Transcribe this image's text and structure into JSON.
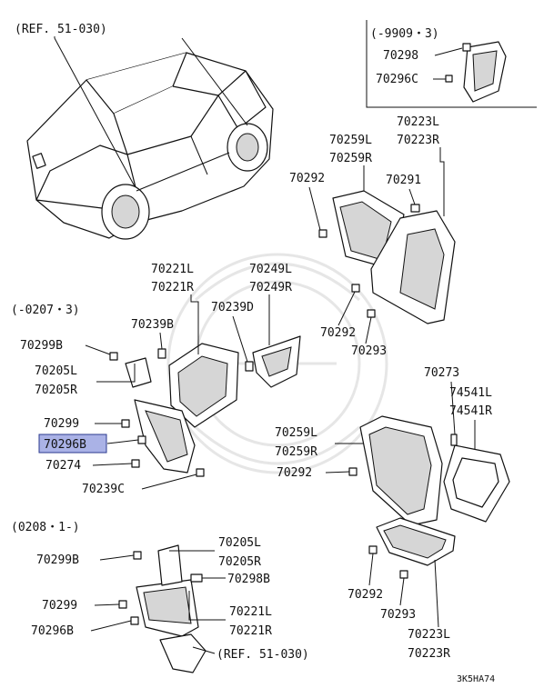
{
  "sections": {
    "top_right_range": "(-9909・3)",
    "middle_left_range": "(-0207・3)",
    "bottom_left_range": "(0208・1-)"
  },
  "references": {
    "top": "(REF. 51-030)",
    "bottom": "(REF. 51-030)"
  },
  "labels": {
    "p70298": "70298",
    "p70296C": "70296C",
    "p70223L_top": "70223L",
    "p70223R_top": "70223R",
    "p70259L_top": "70259L",
    "p70259R_top": "70259R",
    "p70292_a": "70292",
    "p70291": "70291",
    "p70292_b": "70292",
    "p70293_a": "70293",
    "p70221L_mid": "70221L",
    "p70221R_mid": "70221R",
    "p70249L": "70249L",
    "p70249R": "70249R",
    "p70239B": "70239B",
    "p70239D": "70239D",
    "p70299B_mid": "70299B",
    "p70205L_mid": "70205L",
    "p70205R_mid": "70205R",
    "p70299_mid": "70299",
    "p70296B_mid": "70296B",
    "p70274": "70274",
    "p70239C": "70239C",
    "p70273": "70273",
    "p74541L": "74541L",
    "p74541R": "74541R",
    "p70259L_mid": "70259L",
    "p70259R_mid": "70259R",
    "p70292_c": "70292",
    "p70299B_bot": "70299B",
    "p70205L_bot": "70205L",
    "p70205R_bot": "70205R",
    "p70298B": "70298B",
    "p70299_bot": "70299",
    "p70221L_bot": "70221L",
    "p70221R_bot": "70221R",
    "p70296B_bot": "70296B",
    "p70292_d": "70292",
    "p70293_b": "70293",
    "p70223L_bot": "70223L",
    "p70223R_bot": "70223R"
  },
  "diagram_code": "3K5HA74",
  "highlight_color": "#aab2e6"
}
